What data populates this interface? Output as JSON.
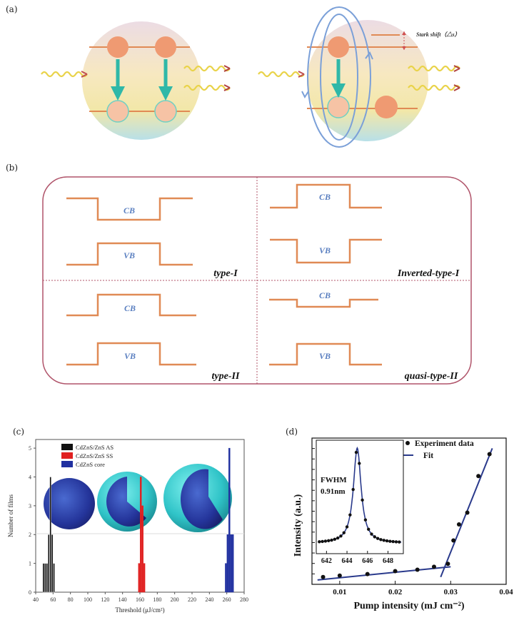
{
  "panel_labels": {
    "a": "(a)",
    "b": "(b)",
    "c": "(c)",
    "d": "(d)"
  },
  "panel_a": {
    "stark_label": "Stark shift（△s）"
  },
  "panel_b": {
    "cb": "CB",
    "vb": "VB",
    "types": {
      "type_i": "type-I",
      "inverted": "Inverted-type-I",
      "type_ii": "type-II",
      "quasi": "quasi-type-II"
    }
  },
  "colors": {
    "band": "#e08a55",
    "border": "#b0546a",
    "bar_as": "#111111",
    "bar_ss": "#e02020",
    "bar_core": "#2030a0",
    "fit": "#2a3a8c"
  },
  "chart_data": [
    {
      "type": "bar",
      "xlabel": "Threshold (μJ/cm²)",
      "ylabel": "Number of films",
      "xlim": [
        40,
        280
      ],
      "ylim": [
        0,
        5.3
      ],
      "x_ticks": [
        "40",
        "60",
        "80",
        "100",
        "120",
        "140",
        "160",
        "180",
        "200",
        "220",
        "240",
        "260",
        "280"
      ],
      "y_ticks": [
        "0",
        "1",
        "2",
        "3",
        "4",
        "5"
      ],
      "legend": [
        "CdZnS/ZnS AS",
        "CdZnS/ZnS SS",
        "CdZnS core"
      ],
      "series": [
        {
          "name": "CdZnS/ZnS AS",
          "bars": [
            [
              49,
              1
            ],
            [
              51,
              1
            ],
            [
              53,
              1
            ],
            [
              55,
              2
            ],
            [
              57,
              4
            ],
            [
              59,
              2
            ],
            [
              61,
              1
            ]
          ]
        },
        {
          "name": "CdZnS/ZnS SS",
          "bars": [
            [
              159,
              1
            ],
            [
              161,
              4
            ],
            [
              163,
              3
            ],
            [
              165,
              1
            ]
          ]
        },
        {
          "name": "CdZnS core",
          "bars": [
            [
              259,
              1
            ],
            [
              261,
              2
            ],
            [
              263,
              5
            ],
            [
              265,
              2
            ],
            [
              267,
              2
            ]
          ]
        }
      ]
    },
    {
      "type": "scatter",
      "xlabel": "Pump intensity (mJ cm⁻²)",
      "ylabel": "Intensity (a.u.)",
      "xlim": [
        0.005,
        0.04
      ],
      "x_ticks": [
        "0.01",
        "0.02",
        "0.03",
        "0.04"
      ],
      "legend": [
        "Experiment data",
        "Fit"
      ],
      "experiment": [
        [
          0.007,
          0.05
        ],
        [
          0.01,
          0.06
        ],
        [
          0.015,
          0.07
        ],
        [
          0.02,
          0.09
        ],
        [
          0.024,
          0.1
        ],
        [
          0.027,
          0.12
        ],
        [
          0.0295,
          0.14
        ],
        [
          0.0305,
          0.3
        ],
        [
          0.0315,
          0.41
        ],
        [
          0.033,
          0.49
        ],
        [
          0.035,
          0.74
        ],
        [
          0.037,
          0.89
        ]
      ],
      "fit_segments": [
        [
          [
            0.006,
            0.03
          ],
          [
            0.03,
            0.12
          ]
        ],
        [
          [
            0.0282,
            0.05
          ],
          [
            0.0375,
            0.93
          ]
        ]
      ],
      "inset": {
        "x_ticks": [
          "642",
          "644",
          "646",
          "648"
        ],
        "xlim": [
          641,
          649.5
        ],
        "annotation": "FWHM\n0.91nm",
        "fwhm_label": "FWHM",
        "fwhm_value": "0.91nm",
        "peak_center": 645.0,
        "fwhm_nm": 0.91
      }
    }
  ]
}
